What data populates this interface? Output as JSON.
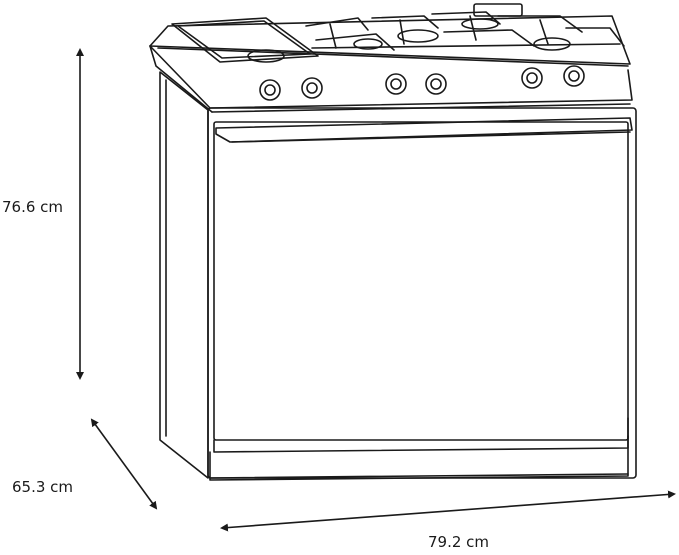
{
  "dimensions": {
    "height": "76.6 cm",
    "depth": "65.3 cm",
    "width": "79.2 cm"
  },
  "colors": {
    "line": "#1a1a1a",
    "background": "#ffffff"
  },
  "illustration": "gas-range-line-drawing"
}
